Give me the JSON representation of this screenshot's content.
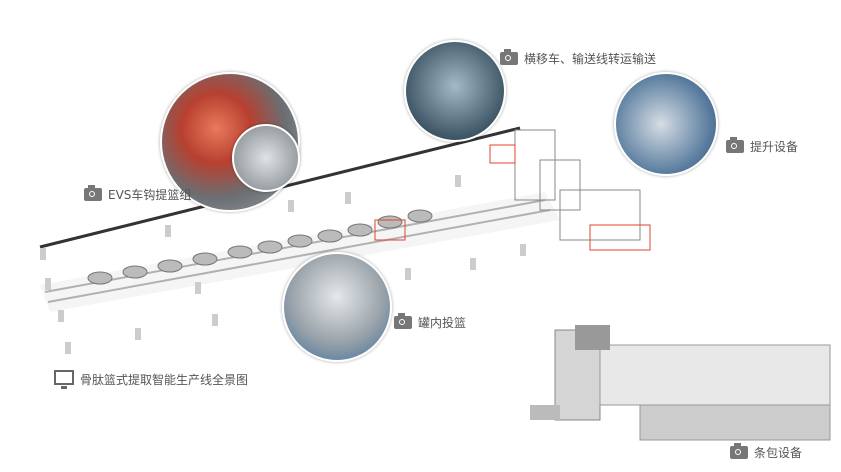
{
  "labels": {
    "transfer": "横移车、输送线转运输送",
    "lift": "提升设备",
    "evs": "EVS车钩提篮组",
    "basket": "罐内投篮",
    "overview": "骨肽篮式提取智能生产线全景图",
    "packaging": "条包设备"
  },
  "colors": {
    "text": "#555555",
    "accent": "#e0462e",
    "rail": "#333333"
  }
}
